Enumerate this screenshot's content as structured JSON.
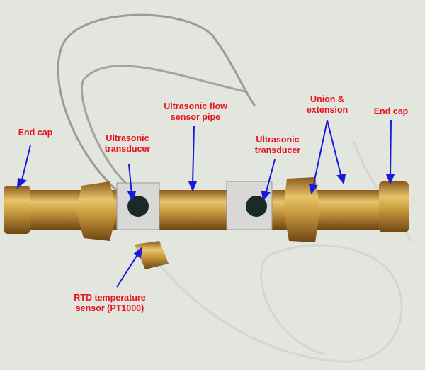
{
  "labels": {
    "end_cap_left": "End cap",
    "transducer_left": "Ultrasonic\ntransducer",
    "flow_pipe": "Ultrasonic flow\nsensor pipe",
    "transducer_right": "Ultrasonic\ntransducer",
    "union": "Union &\nextension",
    "end_cap_right": "End cap",
    "rtd": "RTD temperature\nsensor (PT1000)"
  },
  "colors": {
    "label": "#e8141c",
    "arrow": "#1a1adc",
    "brass": "#c99a3e",
    "background": "#e3e5df"
  }
}
